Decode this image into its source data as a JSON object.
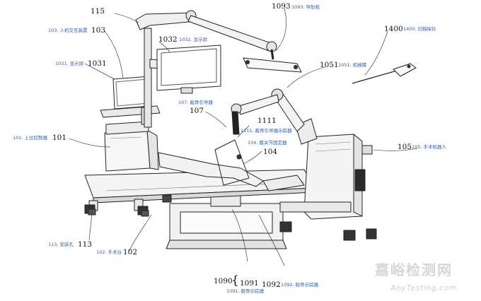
{
  "labels": {
    "l115": {
      "num": "115"
    },
    "l1093": {
      "num": "1093",
      "cn": "1093. 导轨机"
    },
    "l103": {
      "num": "103",
      "cn": "103. 人机交互装置"
    },
    "l1032": {
      "num": "1032",
      "cn": "1032. 显示屏"
    },
    "l1400": {
      "num": "1400",
      "cn": "1400. 扫描探针"
    },
    "l1031": {
      "num": "1031",
      "cn": "1031. 显示屏"
    },
    "l1051": {
      "num": "1051",
      "cn": "1051. 机械臂"
    },
    "l107": {
      "num": "107",
      "cn": "107. 截骨引导器"
    },
    "l1111": {
      "num": "1111",
      "cn": "1111. 截骨引导器示踪器"
    },
    "l101": {
      "num": "101",
      "cn": "101. 上位控制器"
    },
    "l104": {
      "num": "104",
      "cn": "104. 膝关节固定器"
    },
    "l105": {
      "num": "105",
      "cn": "105. 手术机器人"
    },
    "l113": {
      "num": "113",
      "cn": "113. 安装孔"
    },
    "l102": {
      "num": "102",
      "cn": "102. 手术台"
    },
    "l1090": {
      "num": "1090"
    },
    "l1091": {
      "num": "1091",
      "cn": "1091. 股骨示踪器"
    },
    "l1092": {
      "num": "1092",
      "cn": "1092. 胫骨示踪器"
    }
  },
  "brace": "{",
  "watermark": {
    "cn": "嘉峪检测网",
    "en": "AnyTesting.com"
  }
}
